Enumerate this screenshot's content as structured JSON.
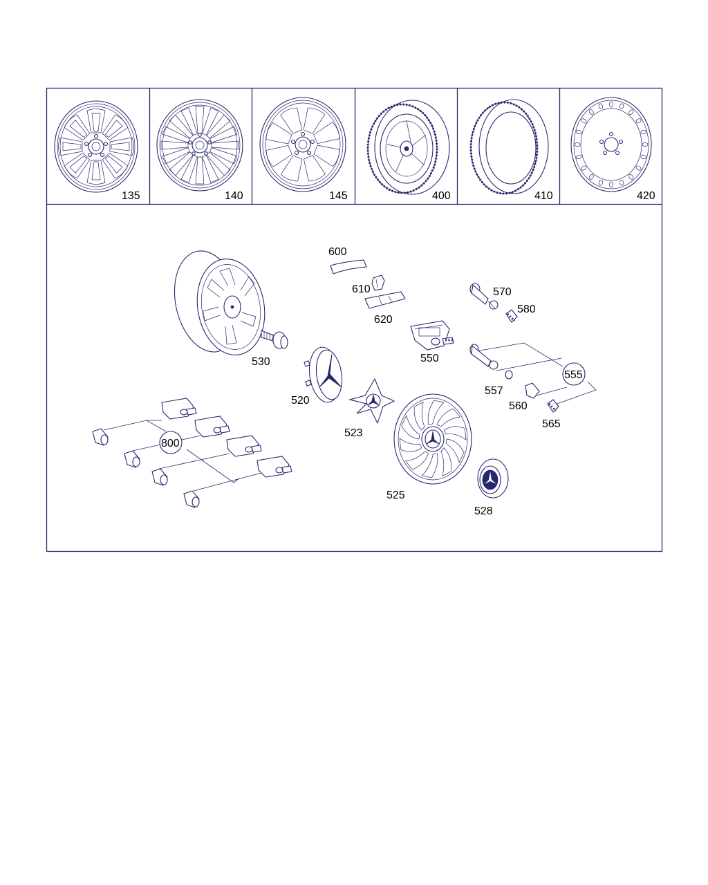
{
  "colors": {
    "line": "#26266e",
    "text": "#000000",
    "background": "#ffffff"
  },
  "top_row": {
    "cells": [
      {
        "label": "135",
        "icon": "alloy-wheel-8-spoke-icon"
      },
      {
        "label": "140",
        "icon": "alloy-wheel-multi-spoke-icon"
      },
      {
        "label": "145",
        "icon": "alloy-wheel-8-spoke-icon"
      },
      {
        "label": "400",
        "icon": "complete-wheel-tire-icon"
      },
      {
        "label": "410",
        "icon": "tire-icon"
      },
      {
        "label": "420",
        "icon": "steel-wheel-icon"
      }
    ]
  },
  "parts": {
    "p600": "600",
    "p610": "610",
    "p620": "620",
    "p570": "570",
    "p580": "580",
    "p530": "530",
    "p550": "550",
    "p555": "555",
    "p520": "520",
    "p557": "557",
    "p560": "560",
    "p565": "565",
    "p523": "523",
    "p800": "800",
    "p525": "525",
    "p528": "528"
  }
}
